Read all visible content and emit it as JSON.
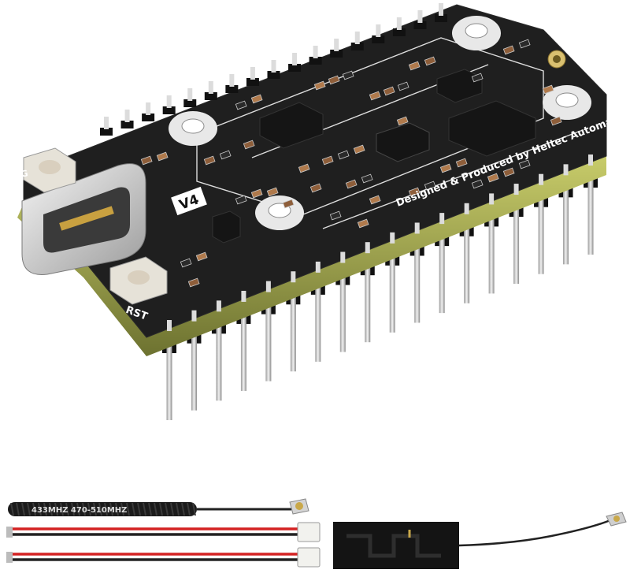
{
  "board": {
    "version_label": "V4",
    "button_left_label": "PRG",
    "button_rst_label": "RST",
    "edge_text": "Designed & Produced by Heltec Automation",
    "colors": {
      "pcb": "#1f1f1f",
      "pcb_edge": "#9aa04a",
      "silkscreen": "#ffffff",
      "pin": "#d8d8d8",
      "header": "#111111"
    }
  },
  "accessories": {
    "spring_antenna_text": "433MHZ 470-510MHZ",
    "items": [
      {
        "name": "spring-antenna-with-ufl-cable"
      },
      {
        "name": "battery-cable-1"
      },
      {
        "name": "battery-cable-2"
      },
      {
        "name": "flat-pcb-antenna"
      }
    ]
  }
}
